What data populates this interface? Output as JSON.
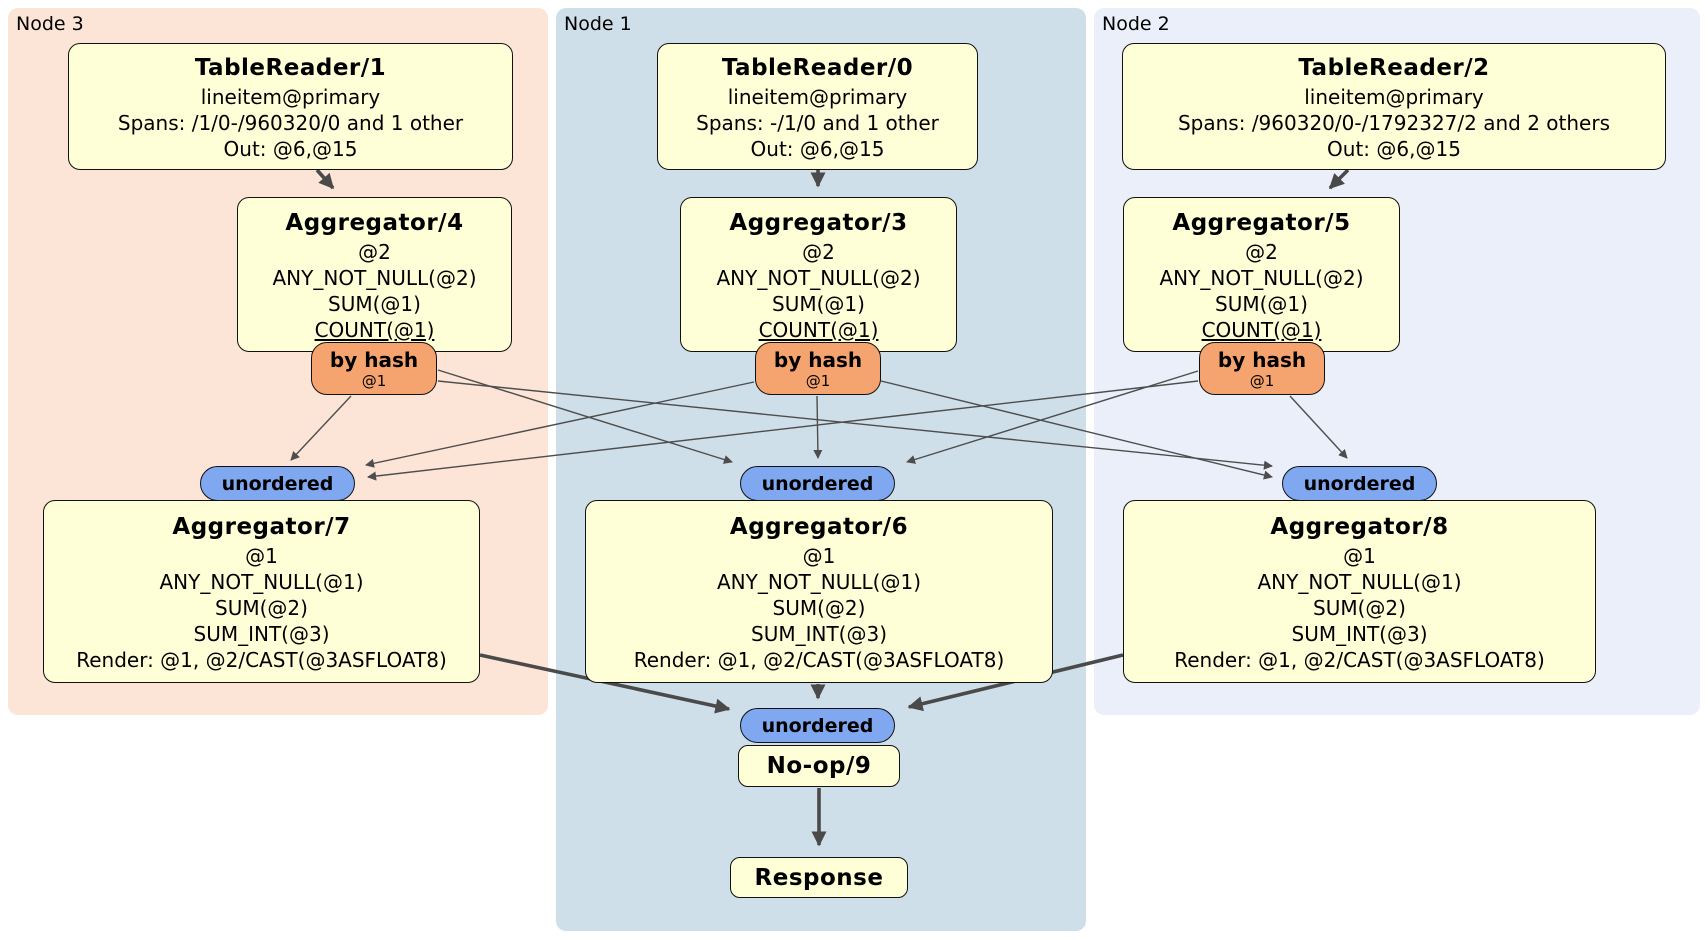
{
  "groups": [
    {
      "label": "Node 3"
    },
    {
      "label": "Node 1"
    },
    {
      "label": "Node 2"
    }
  ],
  "processors": {
    "tr1": {
      "title": "TableReader/1",
      "lines": [
        "lineitem@primary",
        "Spans: /1/0-/960320/0 and 1 other",
        "Out: @6,@15"
      ]
    },
    "tr0": {
      "title": "TableReader/0",
      "lines": [
        "lineitem@primary",
        "Spans: -/1/0 and 1 other",
        "Out: @6,@15"
      ]
    },
    "tr2": {
      "title": "TableReader/2",
      "lines": [
        "lineitem@primary",
        "Spans: /960320/0-/1792327/2 and 2 others",
        "Out: @6,@15"
      ]
    },
    "agg4": {
      "title": "Aggregator/4",
      "lines": [
        "@2",
        "ANY_NOT_NULL(@2)",
        "SUM(@1)",
        "COUNT(@1)"
      ]
    },
    "agg3": {
      "title": "Aggregator/3",
      "lines": [
        "@2",
        "ANY_NOT_NULL(@2)",
        "SUM(@1)",
        "COUNT(@1)"
      ]
    },
    "agg5": {
      "title": "Aggregator/5",
      "lines": [
        "@2",
        "ANY_NOT_NULL(@2)",
        "SUM(@1)",
        "COUNT(@1)"
      ]
    },
    "agg7": {
      "title": "Aggregator/7",
      "lines": [
        "@1",
        "ANY_NOT_NULL(@1)",
        "SUM(@2)",
        "SUM_INT(@3)",
        "Render: @1, @2/CAST(@3ASFLOAT8)"
      ]
    },
    "agg6": {
      "title": "Aggregator/6",
      "lines": [
        "@1",
        "ANY_NOT_NULL(@1)",
        "SUM(@2)",
        "SUM_INT(@3)",
        "Render: @1, @2/CAST(@3ASFLOAT8)"
      ]
    },
    "agg8": {
      "title": "Aggregator/8",
      "lines": [
        "@1",
        "ANY_NOT_NULL(@1)",
        "SUM(@2)",
        "SUM_INT(@3)",
        "Render: @1, @2/CAST(@3ASFLOAT8)"
      ]
    },
    "noop": {
      "title": "No-op/9"
    },
    "response": {
      "title": "Response"
    }
  },
  "routers": {
    "node3": {
      "label": "by hash",
      "key": "@1"
    },
    "node1": {
      "label": "by hash",
      "key": "@1"
    },
    "node2": {
      "label": "by hash",
      "key": "@1"
    }
  },
  "streams": {
    "node3": {
      "label": "unordered"
    },
    "node1": {
      "label": "unordered"
    },
    "node2": {
      "label": "unordered"
    },
    "final": {
      "label": "unordered"
    }
  },
  "colors": {
    "node3_bg": "#fce4d6",
    "node1_bg": "#cfdfe9",
    "node2_bg": "#eaeff9",
    "box_bg": "#ffffd7",
    "router_bg": "#f6a46f",
    "stream_bg": "#7fa8f1",
    "edge": "#4a4a4a",
    "edge_thin": "#4d4d4d",
    "border": "#111111"
  }
}
